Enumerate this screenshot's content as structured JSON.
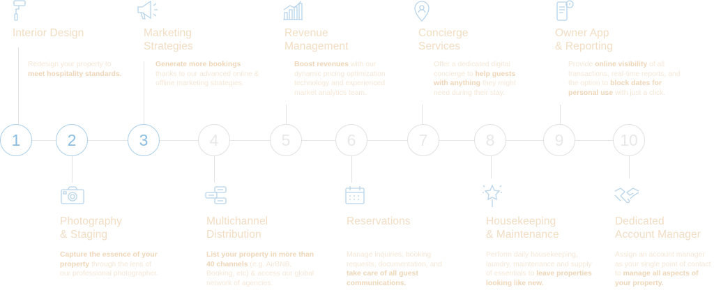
{
  "colors": {
    "accent_blue": "#8bbde3",
    "title": "#f2ddc3",
    "text": "#f6e7d6",
    "line": "#e6e6e6"
  },
  "steps": [
    {
      "number": "1",
      "title": "Interior Design",
      "icon": "paint-roller-icon",
      "desc": [
        {
          "t": "Redesign your property to "
        },
        {
          "t": "meet hospitality standards.",
          "b": true
        }
      ]
    },
    {
      "number": "2",
      "title": "Photography\n& Staging",
      "icon": "camera-icon",
      "desc": [
        {
          "t": "Capture the essence of your property",
          "b": true
        },
        {
          "t": " through the lens of our professional photographer."
        }
      ]
    },
    {
      "number": "3",
      "title": "Marketing\nStrategies",
      "icon": "megaphone-icon",
      "desc": [
        {
          "t": "Generate more bookings",
          "b": true
        },
        {
          "t": " thanks to our advanced online & offline marketing strategies."
        }
      ]
    },
    {
      "number": "4",
      "title": "Multichannel\nDistribution",
      "icon": "chat-bubbles-icon",
      "desc": [
        {
          "t": "List your property  in more than 40 channels",
          "b": true
        },
        {
          "t": " (e.g. AirBNB, Booking, etc) & access our global network of agencies."
        }
      ]
    },
    {
      "number": "5",
      "title": "Revenue\nManagement",
      "icon": "bar-chart-icon",
      "desc": [
        {
          "t": "Boost revenues",
          "b": true
        },
        {
          "t": " with our dynamic pricing optimization technology and experienced market analytics team."
        }
      ]
    },
    {
      "number": "6",
      "title": "Reservations",
      "icon": "calendar-icon",
      "desc": [
        {
          "t": "Manage inquiries, booking requests, documentation, and "
        },
        {
          "t": "take care of all guest communications.",
          "b": true
        }
      ]
    },
    {
      "number": "7",
      "title": "Concierge\nServices",
      "icon": "concierge-badge-icon",
      "desc": [
        {
          "t": "Offer a dedicated digital concierge to "
        },
        {
          "t": "help guests with anything",
          "b": true
        },
        {
          "t": " they might need during their stay."
        }
      ]
    },
    {
      "number": "8",
      "title": "Housekeeping\n& Maintenance",
      "icon": "sparkle-wand-icon",
      "desc": [
        {
          "t": "Perform daily housekeeping, laundry, maintenance and supply of essentials to "
        },
        {
          "t": "leave properties looking like new.",
          "b": true
        }
      ]
    },
    {
      "number": "9",
      "title": "Owner App\n& Reporting",
      "icon": "mobile-app-icon",
      "desc": [
        {
          "t": "Provide "
        },
        {
          "t": "online visibility",
          "b": true
        },
        {
          "t": " of all transactions, real-time reports, and the option to "
        },
        {
          "t": "block dates for personal use",
          "b": true
        },
        {
          "t": " with just a click."
        }
      ]
    },
    {
      "number": "10",
      "title": "Dedicated\nAccount Manager",
      "icon": "handshake-icon",
      "desc": [
        {
          "t": "Assign an account manager as your single point of contact to "
        },
        {
          "t": "manage all aspects of your property.",
          "b": true
        }
      ]
    }
  ]
}
